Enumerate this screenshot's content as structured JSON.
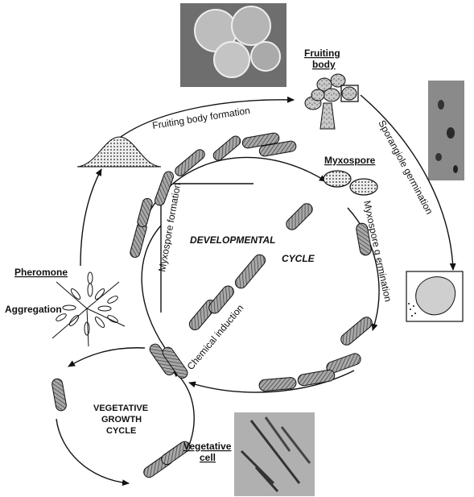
{
  "labels": {
    "fruiting_body_line1": "Fruiting",
    "fruiting_body_line2": "body",
    "fruiting_body_formation": "Fruiting body formation",
    "sporangiole_germination": "Sporangiole germination",
    "myxospore": "Myxospore",
    "myxospore_formation": "Myxospore formation",
    "developmental_line1": "DEVELOPMENTAL",
    "developmental_line2": "CYCLE",
    "myxospore_germination": "Myxospore g ermination",
    "pheromone": "Pheromone",
    "aggregation": "Aggregation",
    "chemical_induction": "Chemical induction",
    "vegetative_line1": "VEGETATIVE",
    "vegetative_line2": "GROWTH",
    "vegetative_line3": "CYCLE",
    "vegetative_cell_line1": "Vegetative",
    "vegetative_cell_line2": "cell"
  },
  "colors": {
    "ink": "#111111",
    "cell_fill": "#9a9a9a",
    "photo_bg": "#7a7a7a",
    "sporangiole_fill": "#d8d8d8"
  },
  "icons": [
    "micrograph-fruiting-body",
    "micrograph-germination",
    "micrograph-vegetative-cells",
    "fruiting-body-drawing",
    "mound-drawing",
    "aggregation-star",
    "sporangiole-drawing"
  ]
}
